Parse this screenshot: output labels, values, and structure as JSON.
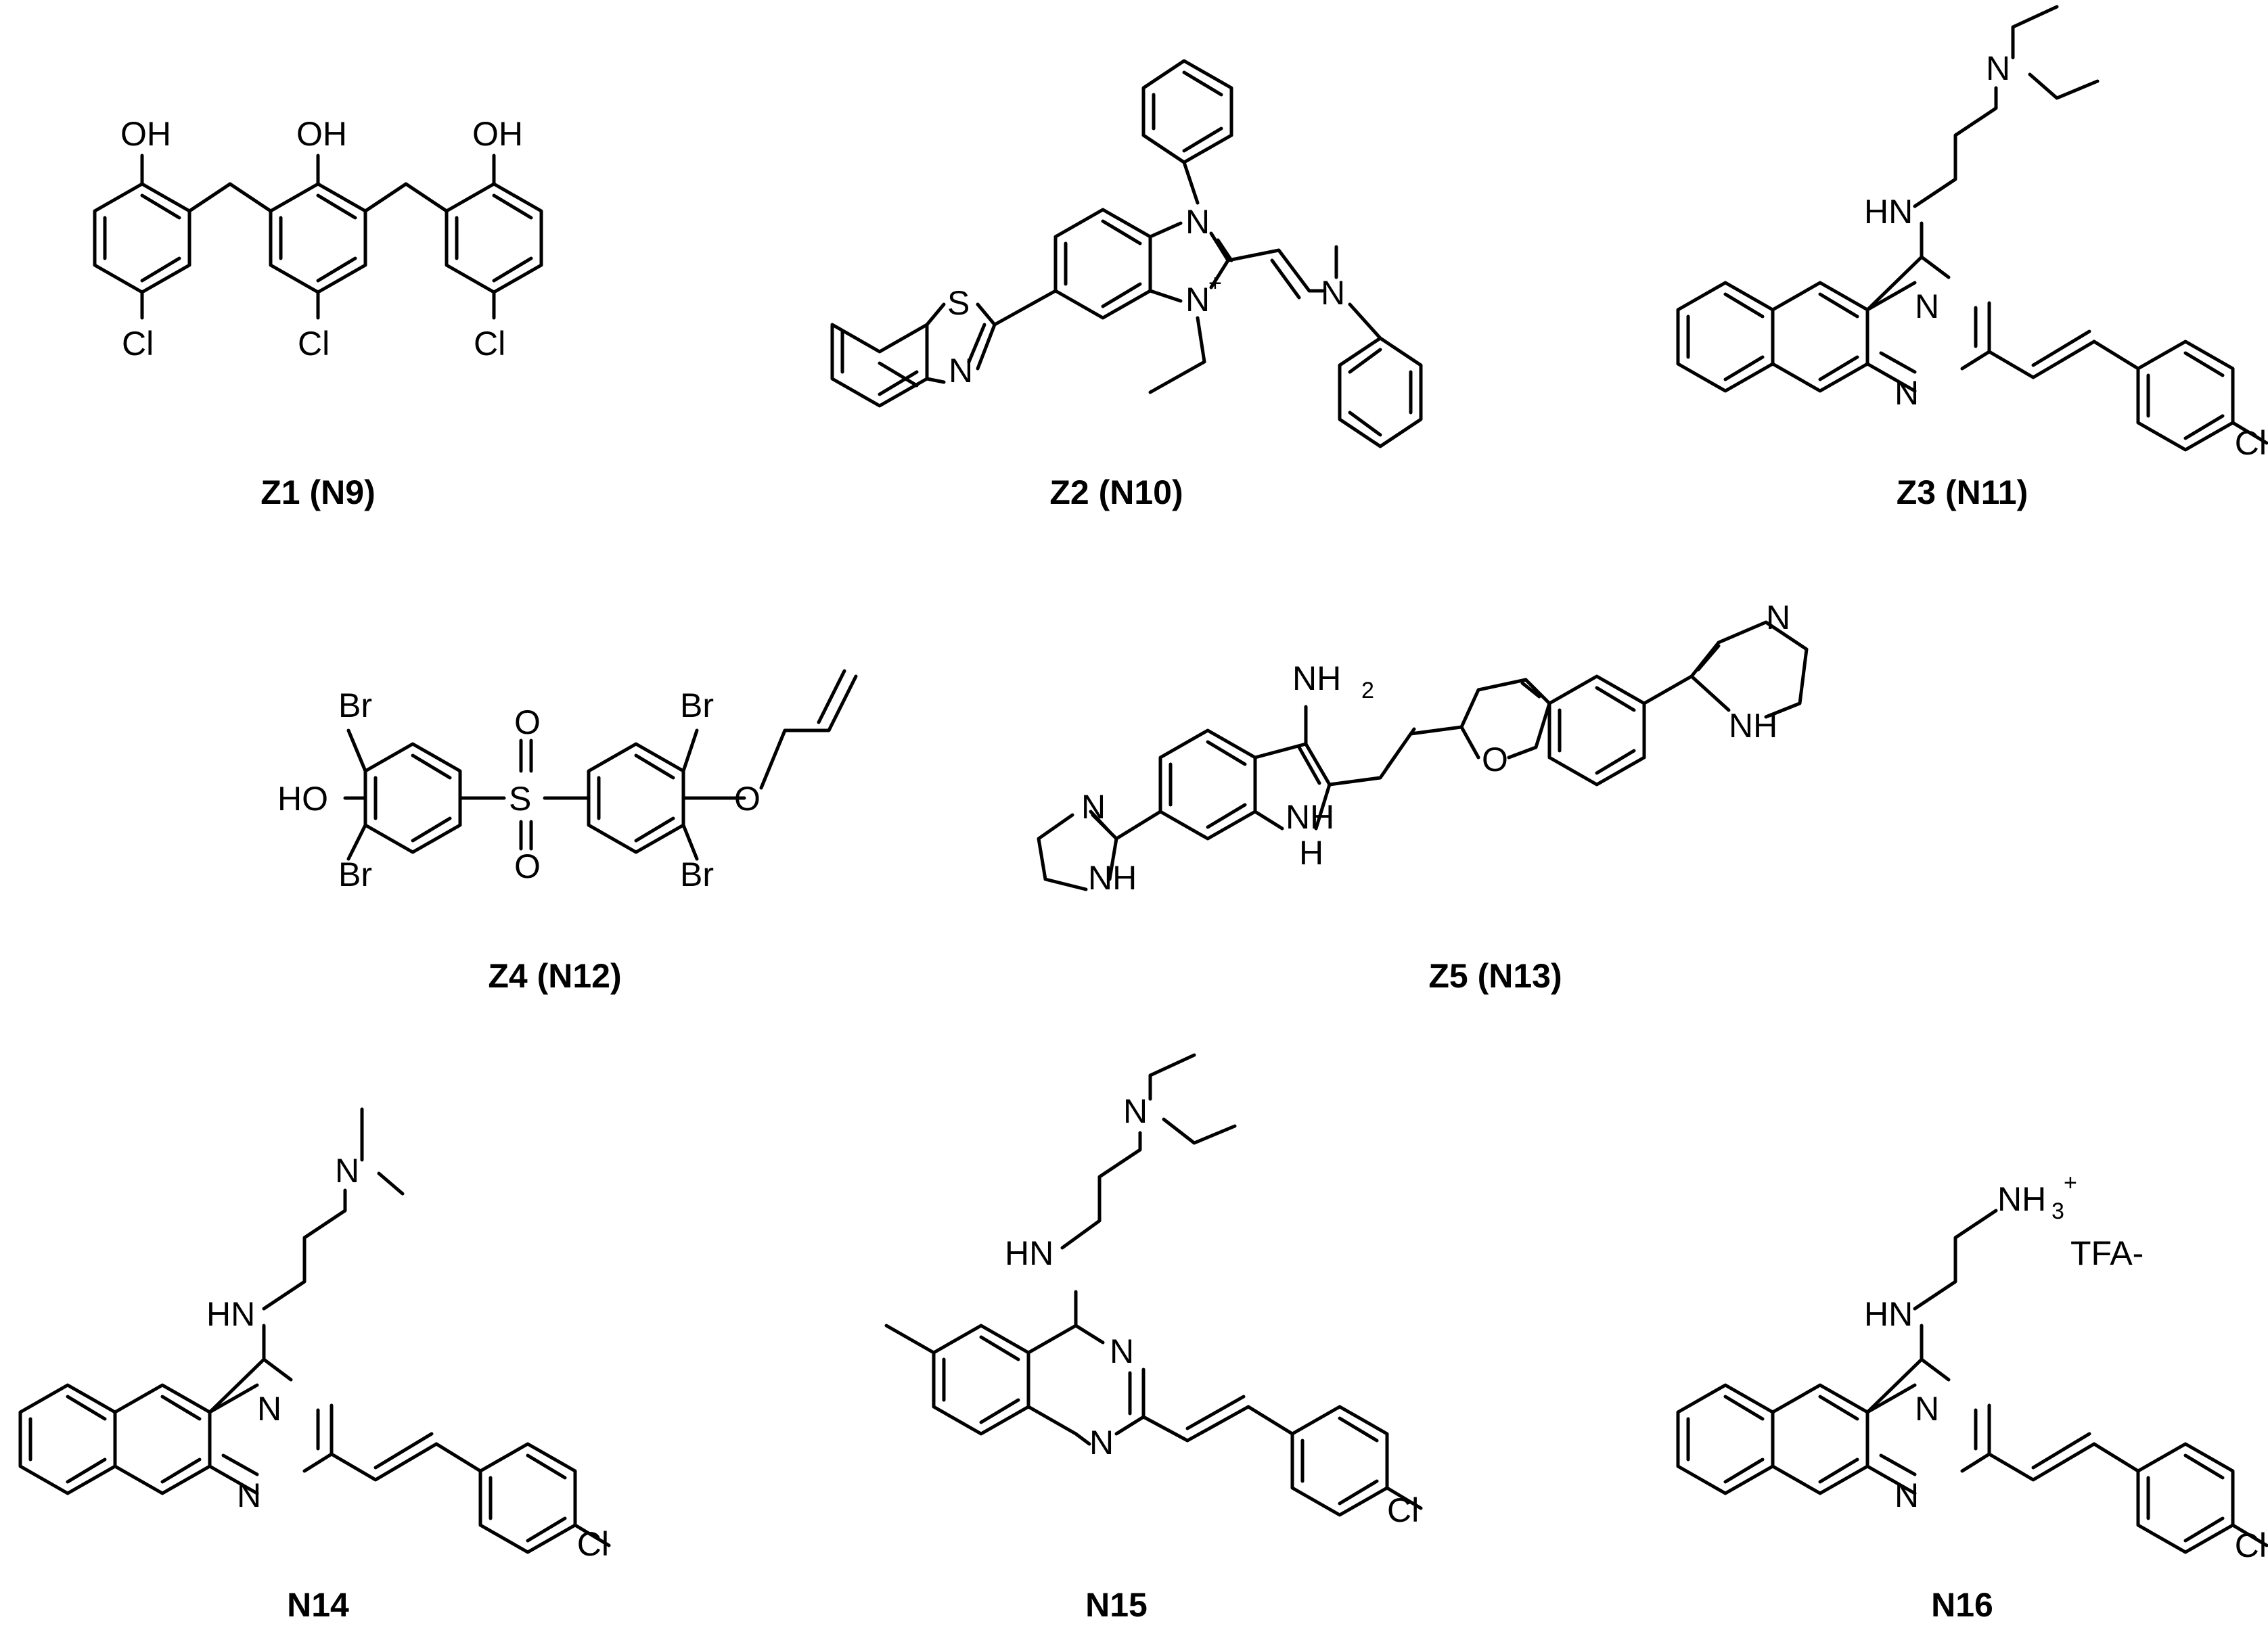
{
  "compounds": [
    {
      "label": "Z1 (N9)"
    },
    {
      "label": "Z2 (N10)"
    },
    {
      "label": "Z3 (N11)"
    },
    {
      "label": "Z4 (N12)"
    },
    {
      "label": "Z5 (N13)"
    },
    {
      "label": "N14"
    },
    {
      "label": "N15"
    },
    {
      "label": "N16"
    }
  ],
  "atoms": {
    "OH": "OH",
    "HO": "HO",
    "Cl": "Cl",
    "Br": "Br",
    "S": "S",
    "N": "N",
    "O": "O",
    "HN": "HN",
    "NH": "NH",
    "H": "H",
    "NH2": "NH",
    "two": "2",
    "NH3": "NH",
    "three": "3",
    "plus": "+",
    "counterion": "TFA-"
  }
}
